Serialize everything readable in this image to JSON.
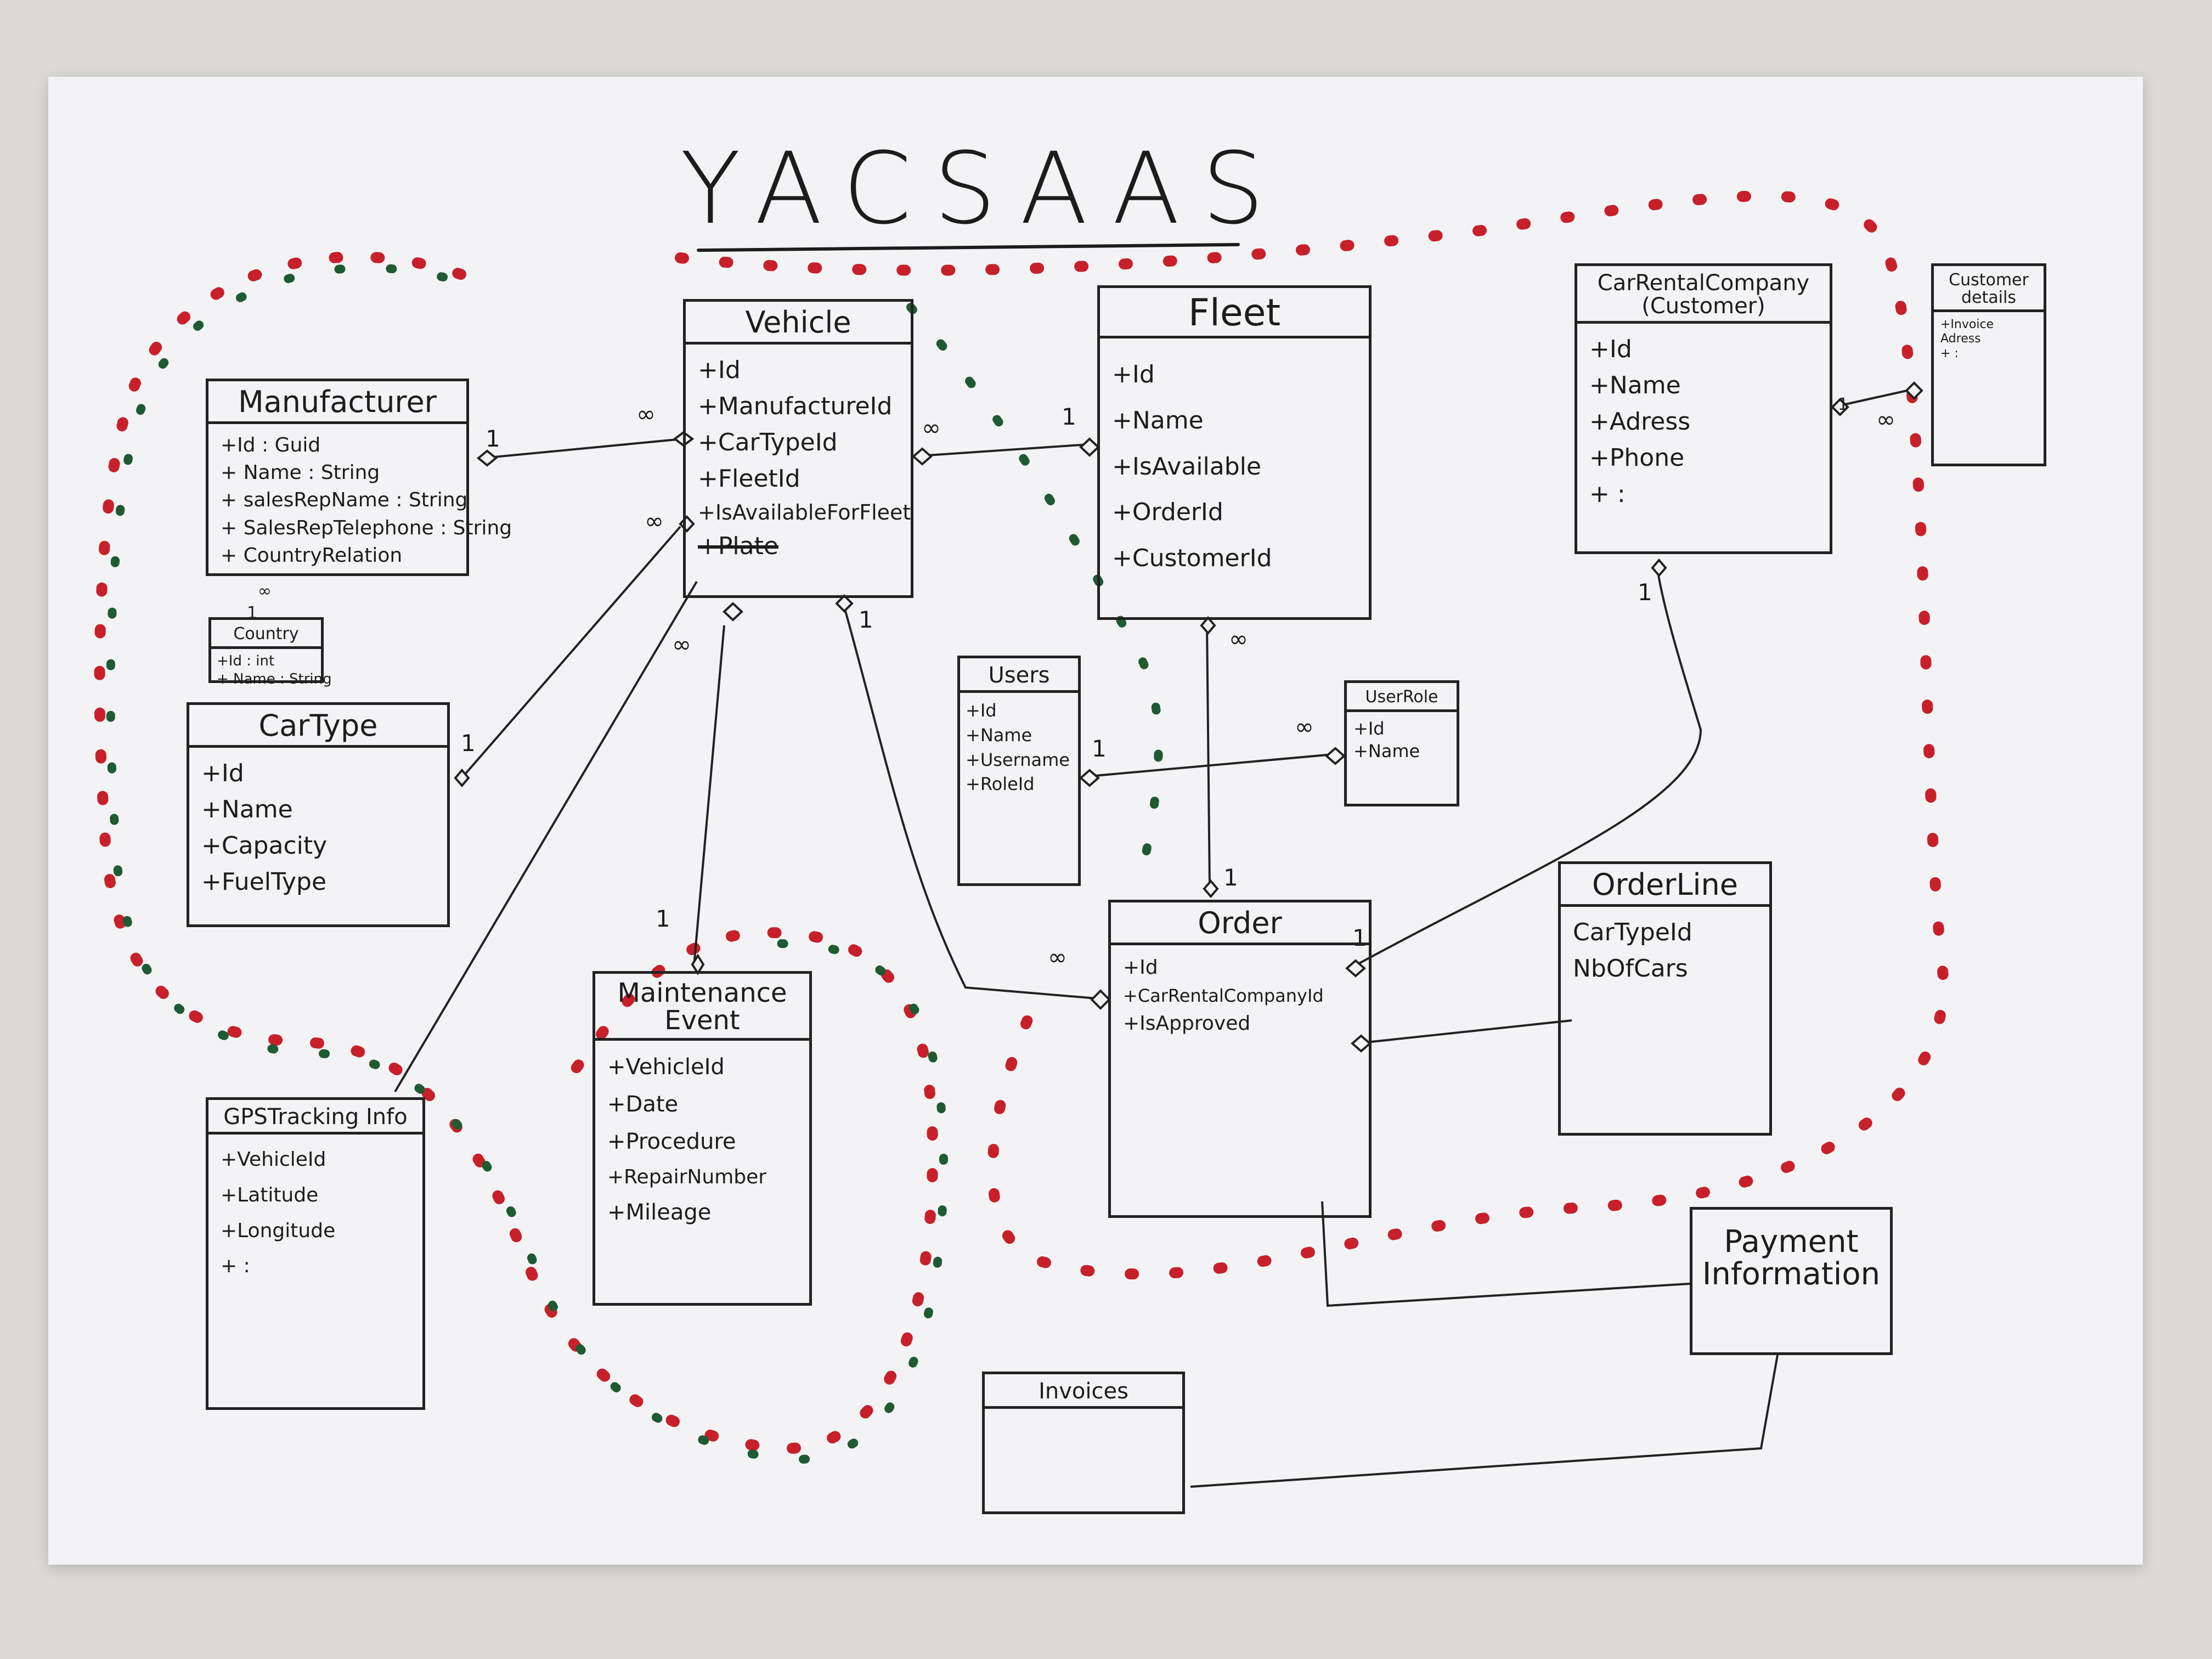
{
  "title": "YACSAAS",
  "classes": {
    "manufacturer": {
      "name": "Manufacturer",
      "attributes": [
        "+Id : Guid",
        "+ Name : String",
        "+ salesRepName : String",
        "+ SalesRepTelephone : String",
        "+ CountryRelation"
      ]
    },
    "country": {
      "name": "Country",
      "attributes": [
        "+Id : int",
        "+ Name : String"
      ]
    },
    "cartype": {
      "name": "CarType",
      "attributes": [
        "+Id",
        "+Name",
        "+Capacity",
        "+FuelType"
      ]
    },
    "vehicle": {
      "name": "Vehicle",
      "attributes": [
        "+Id",
        "+ManufactureId",
        "+CarTypeId",
        "+FleetId",
        "+IsAvailableForFleet",
        "+Plate"
      ]
    },
    "fleet": {
      "name": "Fleet",
      "attributes": [
        "+Id",
        "+Name",
        "+IsAvailable",
        "+OrderId",
        "+CustomerId"
      ]
    },
    "carrental": {
      "name": "CarRentalCompany (Customer)",
      "attributes": [
        "+Id",
        "+Name",
        "+Adress",
        "+Phone",
        "+ :"
      ]
    },
    "customerdetails": {
      "name": "Customer details",
      "attributes": [
        "+Invoice Adress",
        "+ :"
      ]
    },
    "users": {
      "name": "Users",
      "attributes": [
        "+Id",
        "+Name",
        "+Username",
        "+RoleId"
      ]
    },
    "userrole": {
      "name": "UserRole",
      "attributes": [
        "+Id",
        "+Name"
      ]
    },
    "order": {
      "name": "Order",
      "attributes": [
        "+Id",
        "+CarRentalCompanyId",
        "+IsApproved"
      ]
    },
    "orderline": {
      "name": "OrderLine",
      "attributes": [
        "CarTypeId",
        "NbOfCars"
      ]
    },
    "maintenance": {
      "name": "Maintenance Event",
      "attributes": [
        "+VehicleId",
        "+Date",
        "+Procedure",
        "+RepairNumber",
        "+Mileage"
      ]
    },
    "gps": {
      "name": "GPSTracking Info",
      "attributes": [
        "+VehicleId",
        "+Latitude",
        "+Longitude",
        "+ :"
      ]
    },
    "payment": {
      "name": "Payment Information",
      "attributes": []
    },
    "invoices": {
      "name": "Invoices",
      "attributes": []
    }
  },
  "multiplicities": {
    "one": "1",
    "many": "∞"
  },
  "colors": {
    "ink": "#1c1c1c",
    "red_dots": "#c8202a",
    "green_dots": "#1f5a32",
    "paper": "#f3f3f5"
  }
}
